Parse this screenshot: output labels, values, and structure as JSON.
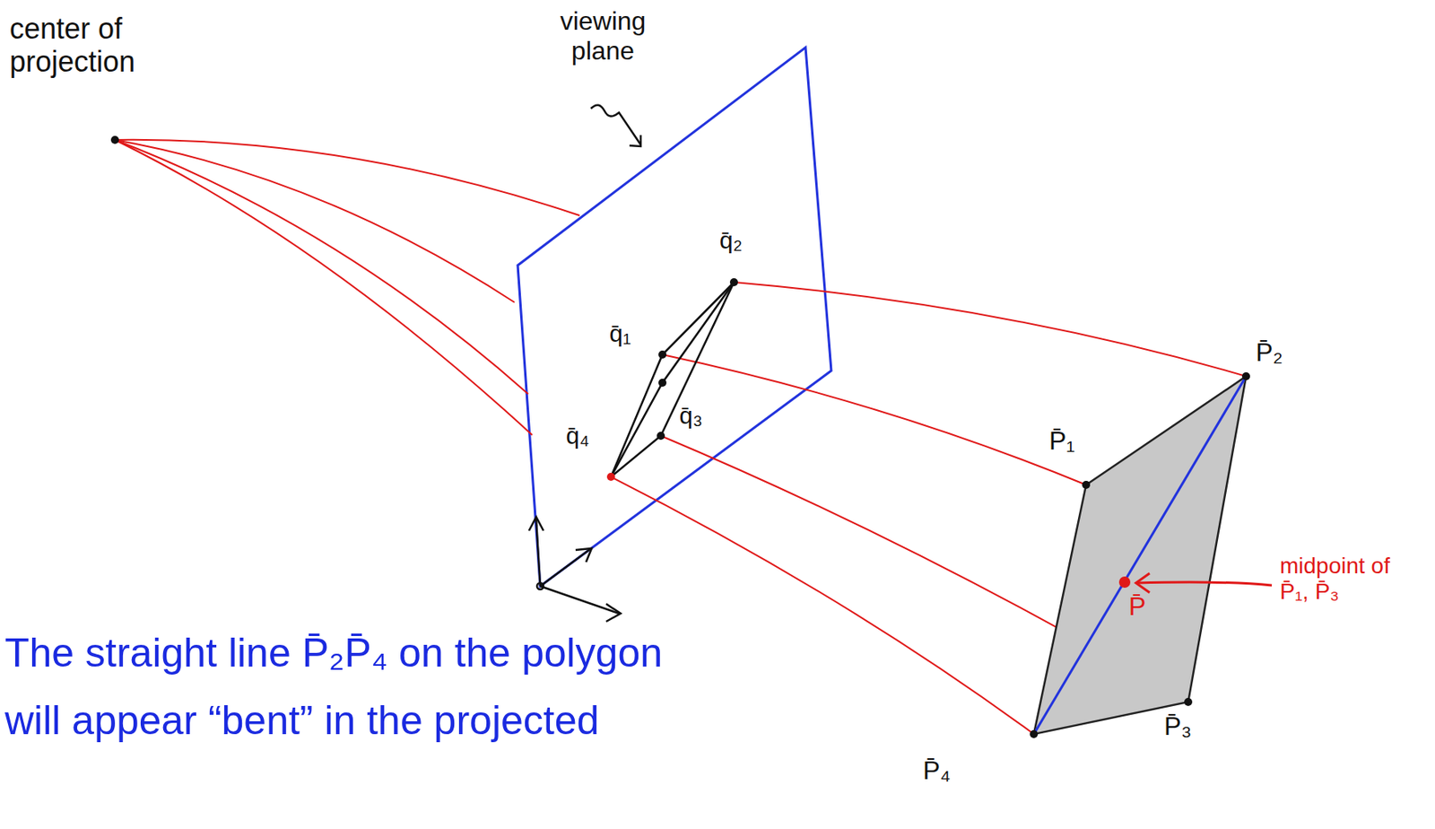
{
  "diagram": {
    "labels": [
      "center of projection",
      "viewing plane",
      "q̄₂",
      "q̄₁",
      "q̄₄",
      "q̄₃",
      "P̄₂",
      "P̄₁",
      "P̄",
      "midpoint of P̄₁, P̄₃",
      "P̄₃",
      "P̄₄",
      "The straight line P̄₂P̄₄ on the polygon will appear “bent” in the projected"
    ]
  }
}
